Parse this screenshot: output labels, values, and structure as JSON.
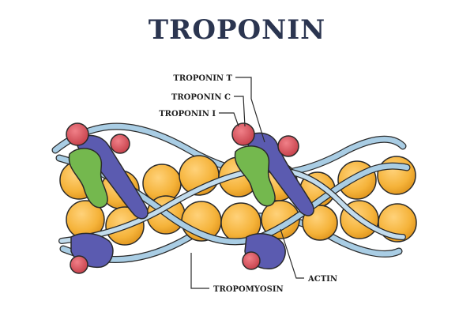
{
  "title": "TROPONIN",
  "labels": {
    "troponin_t": "TROPONIN T",
    "troponin_c": "TROPONIN C",
    "troponin_i": "TROPONIN I",
    "actin": "ACTIN",
    "tropomyosin": "TROPOMYOSIN"
  },
  "colors": {
    "actin": "#f5b33a",
    "tropomyosin": "#a9cde4",
    "troponin_t": "#5b5bb0",
    "troponin_c": "#d9505a",
    "troponin_i": "#74b84e",
    "outline": "#2a2a2a",
    "title": "#2b3550"
  }
}
